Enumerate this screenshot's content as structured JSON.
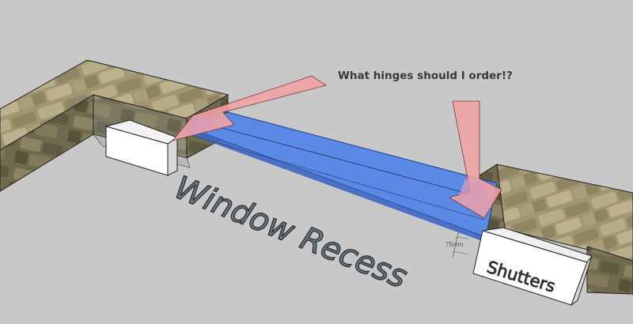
{
  "annotations": {
    "question": "What hinges should I order!?",
    "dimension": "75mm"
  },
  "labels": {
    "recess": "Window Recess",
    "shutters": "Shutters"
  },
  "colors": {
    "background": "#c8c8c8",
    "recess_blue": "#4f7fe0",
    "arrow_pink": "#f2a8a8",
    "box_white": "#ffffff",
    "stone": "#9a8f6c"
  }
}
